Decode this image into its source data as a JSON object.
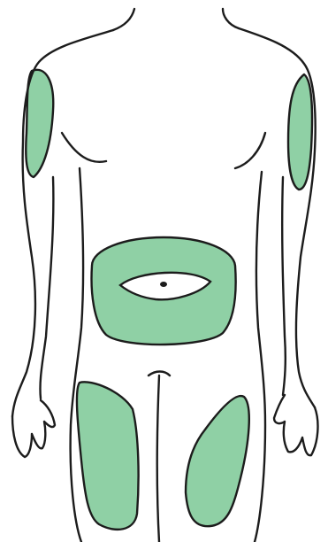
{
  "colors": {
    "background": "#ffffff",
    "outline": "#1c1c1c",
    "zone_fill": "#8fd0a5"
  },
  "illustration": {
    "subject": "front-of-body-outline",
    "highlighted_zones": [
      "left-upper-arm-zone",
      "right-upper-arm-zone",
      "abdomen-zone",
      "left-thigh-zone",
      "right-thigh-zone"
    ]
  }
}
